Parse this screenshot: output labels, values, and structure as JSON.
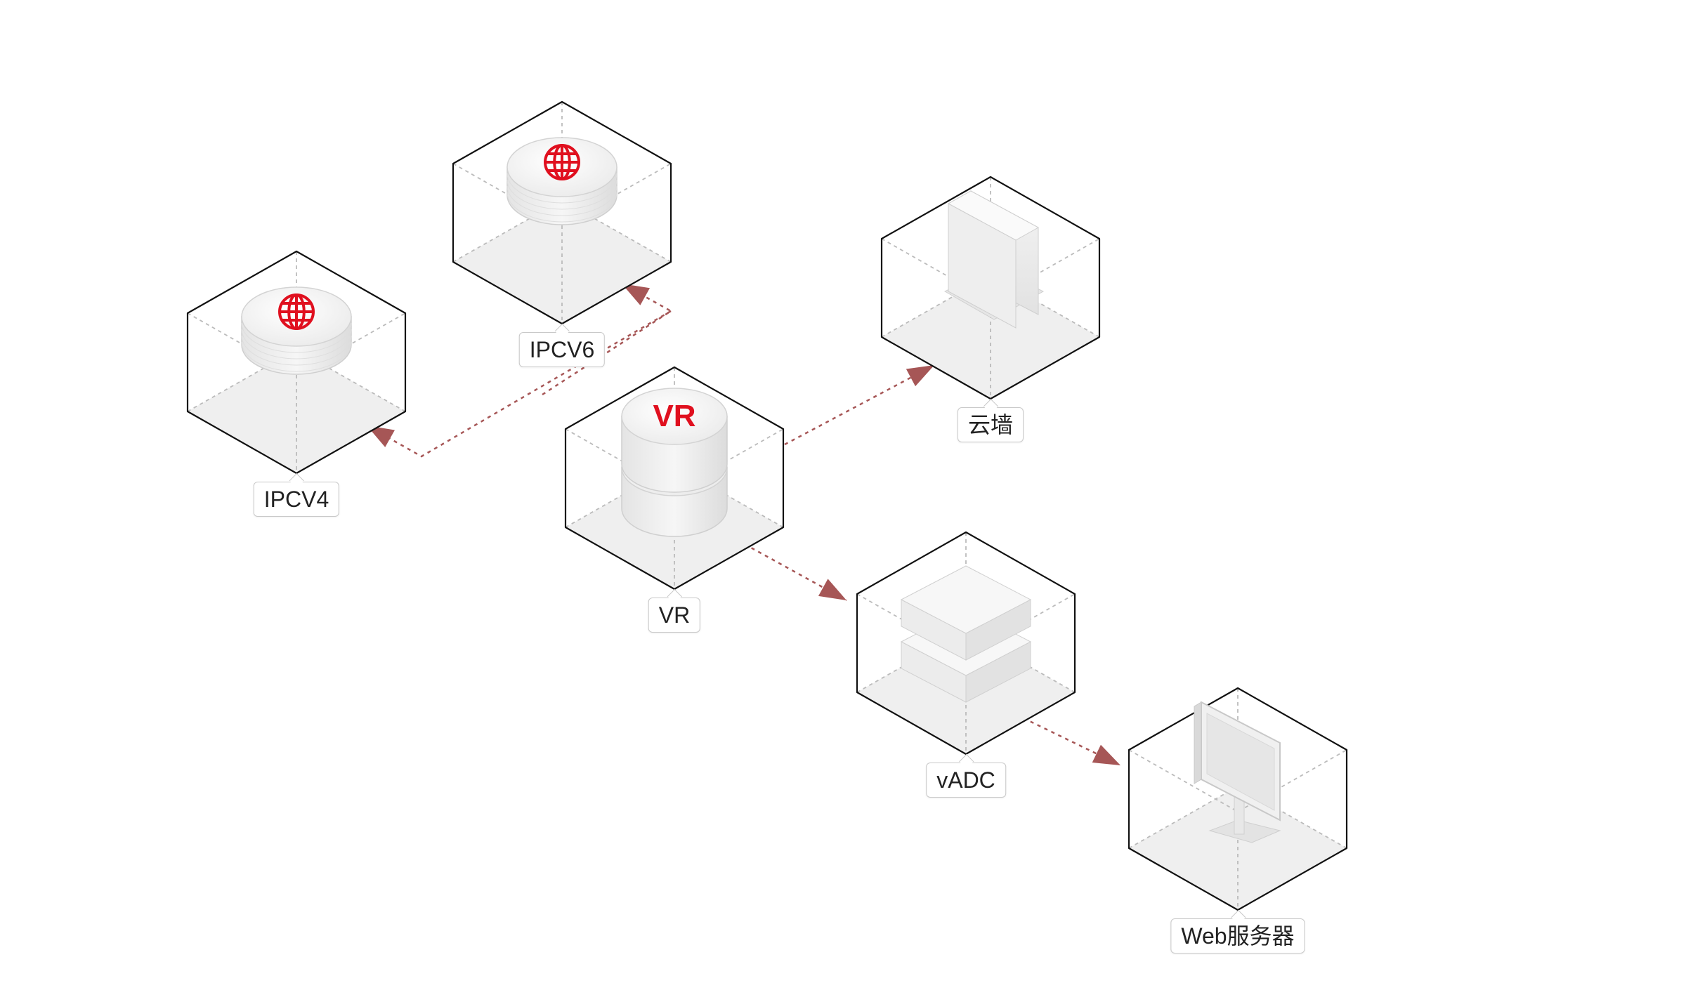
{
  "colors": {
    "link": "#a65656",
    "accent": "#e0101f",
    "box_edge": "#111111",
    "dashed_edge": "#bbbbbb"
  },
  "nodes": [
    {
      "id": "ipcv6",
      "label": "IPCV6",
      "icon": "globe-disk-icon"
    },
    {
      "id": "ipcv4",
      "label": "IPCV4",
      "icon": "globe-disk-icon"
    },
    {
      "id": "yunqiang",
      "label": "云墙",
      "icon": "firewall-tower-icon"
    },
    {
      "id": "vr",
      "label": "VR",
      "icon": "vr-router-icon",
      "icon_text": "VR"
    },
    {
      "id": "vadc",
      "label": "vADC",
      "icon": "stacked-box-icon"
    },
    {
      "id": "web",
      "label": "Web服务器",
      "icon": "monitor-icon"
    }
  ],
  "links": [
    {
      "from": "vr",
      "to": "ipcv6"
    },
    {
      "from": "vr",
      "to": "ipcv4"
    },
    {
      "from": "vr",
      "to": "yunqiang"
    },
    {
      "from": "vr",
      "to": "vadc"
    },
    {
      "from": "vadc",
      "to": "web"
    }
  ]
}
